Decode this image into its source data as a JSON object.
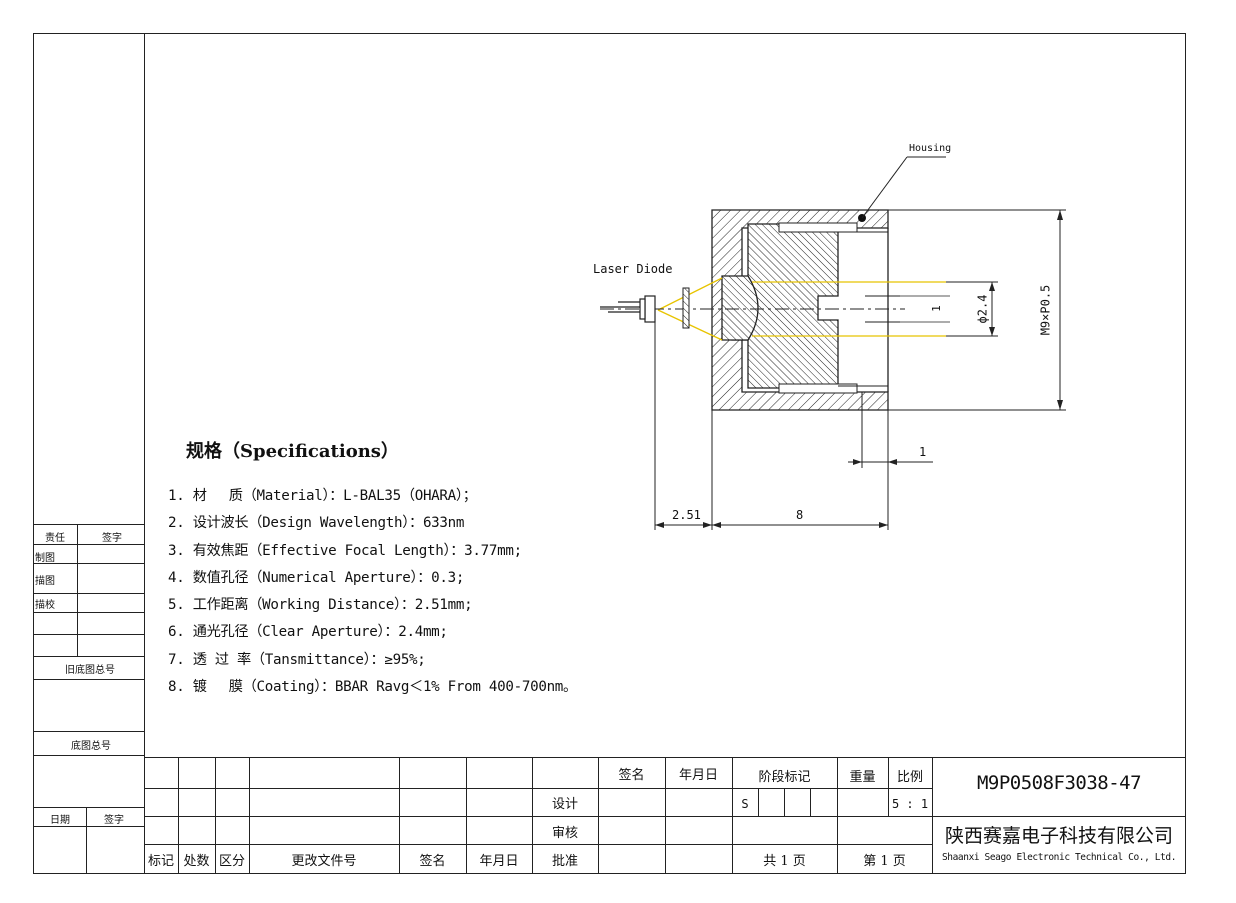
{
  "specs": {
    "title": "规格（Specifications）",
    "items": [
      "1. 材　 质（Material）：L-BAL35（OHARA）；",
      "2. 设计波长（Design Wavelength）：633nm",
      "3. 有效焦距（Effective Focal Length）：3.77mm;",
      "4. 数值孔径（Numerical Aperture）：0.3;",
      "5. 工作距离（Working Distance）：2.51mm;",
      "6. 通光孔径（Clear Aperture）：2.4mm;",
      "7. 透 过 率（Tansmittance）：≥95%;",
      "8. 镀　 膜（Coating）：BBAR Ravg＜1% From 400-700nm。"
    ]
  },
  "drawing": {
    "housing_label": "Housing",
    "laser_label": "Laser Diode",
    "dim_working_distance": "2.51",
    "dim_length": "8",
    "dim_wall": "1",
    "dim_inner": "1",
    "dim_aperture": "ϕ2.4",
    "dim_thread": "M9×P0.5"
  },
  "left_panel": {
    "responsibility": "责任",
    "signature": "签字",
    "drawing": "制图",
    "tracing": "描图",
    "check": "描校",
    "old_base_number": "旧底图总号",
    "base_number": "底图总号",
    "date": "日期",
    "signature2": "签字"
  },
  "title_block": {
    "sign_header": "签名",
    "date_header": "年月日",
    "design": "设计",
    "review": "审核",
    "approve": "批准",
    "mark": "标记",
    "count": "处数",
    "zone": "区分",
    "change_doc": "更改文件号",
    "sign": "签名",
    "date": "年月日",
    "stage_mark": "阶段标记",
    "weight": "重量",
    "scale": "比例",
    "stage_value": "S",
    "scale_value": "5 : 1",
    "total_pages": "共 1 页",
    "page_no": "第 1 页",
    "drawing_number": "M9P0508F3038-47",
    "company_cn": "陕西赛嘉电子科技有限公司",
    "company_en": "Shaanxi Seago Electronic Technical Co., Ltd."
  }
}
